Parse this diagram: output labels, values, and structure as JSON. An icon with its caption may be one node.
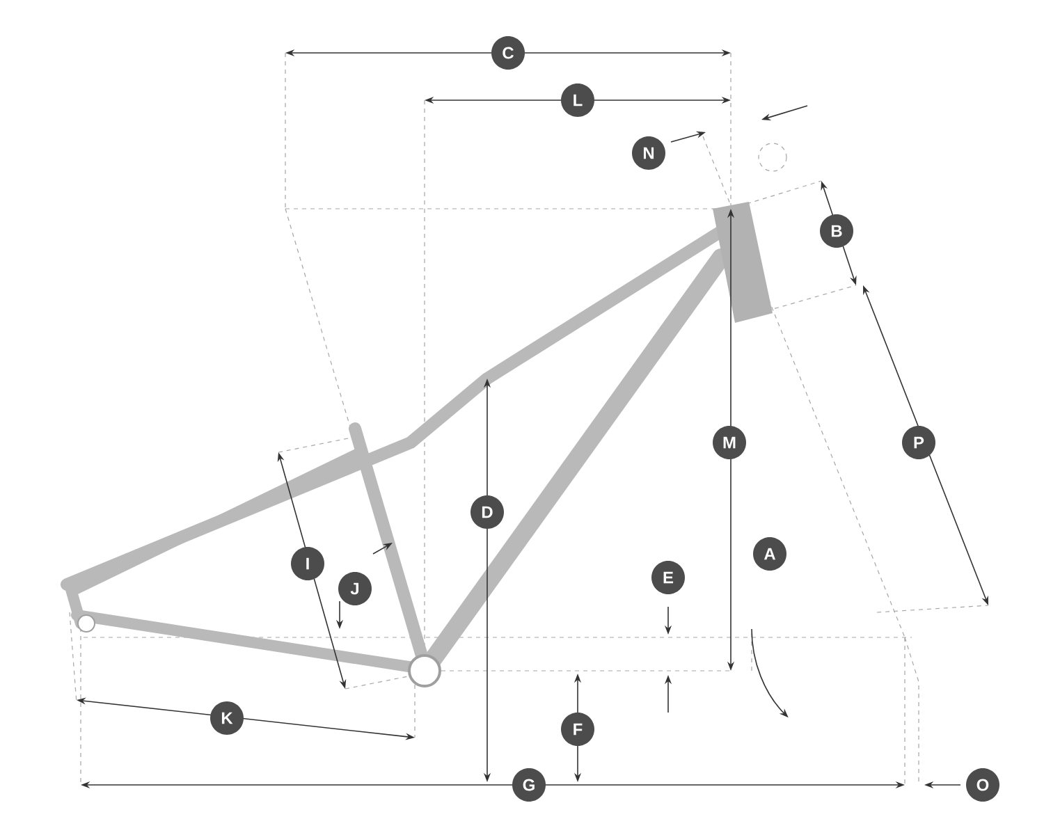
{
  "diagram": {
    "labels": [
      "C",
      "L",
      "N",
      "B",
      "M",
      "P",
      "D",
      "I",
      "A",
      "J",
      "E",
      "K",
      "F",
      "G",
      "O"
    ]
  }
}
